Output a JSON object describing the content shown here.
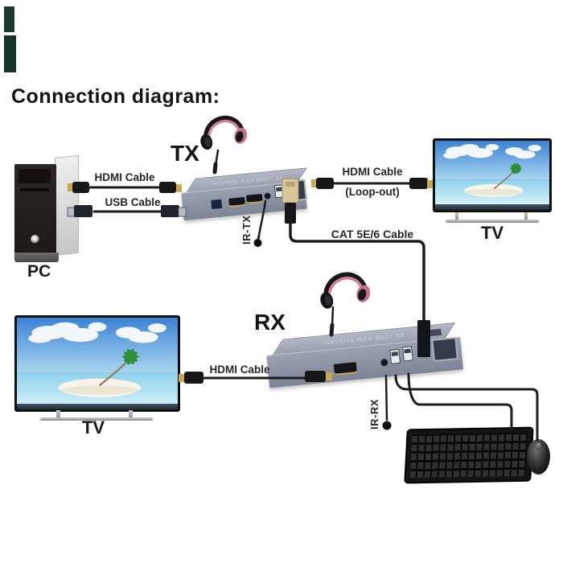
{
  "title": "Connection diagram:",
  "diagram": {
    "pc": {
      "label": "PC"
    },
    "tx_unit": {
      "label": "TX",
      "top_text": "4K 120M KVM Extender",
      "ir_label": "IR-TX"
    },
    "rx_unit": {
      "label": "RX",
      "top_text": "4K 120M KVM Extender",
      "ir_label": "IR-RX"
    },
    "tv_top": {
      "label": "TV"
    },
    "tv_bottom": {
      "label": "TV"
    },
    "cables": {
      "hdmi_pc_tx": "HDMI Cable",
      "usb_pc_tx": "USB Cable",
      "hdmi_loop_line1": "HDMI Cable",
      "hdmi_loop_line2": "(Loop-out)",
      "cat": "CAT 5E/6 Cable",
      "hdmi_tv_rx": "HDMI Cable"
    }
  },
  "colors": {
    "background": "#ffffff",
    "text": "#1a1a1a",
    "device_body": "#8f95a6",
    "device_top": "#a6acba",
    "cable": "#1c1c1c",
    "hdmi_gold": "#c9a84f",
    "rj45_tan": "#d9c69b",
    "headphone_pink": "#cf7f9d",
    "sky_blue": "#3b82d4",
    "sea_blue": "#9fdcf2",
    "palm_green": "#2f8f3a"
  }
}
